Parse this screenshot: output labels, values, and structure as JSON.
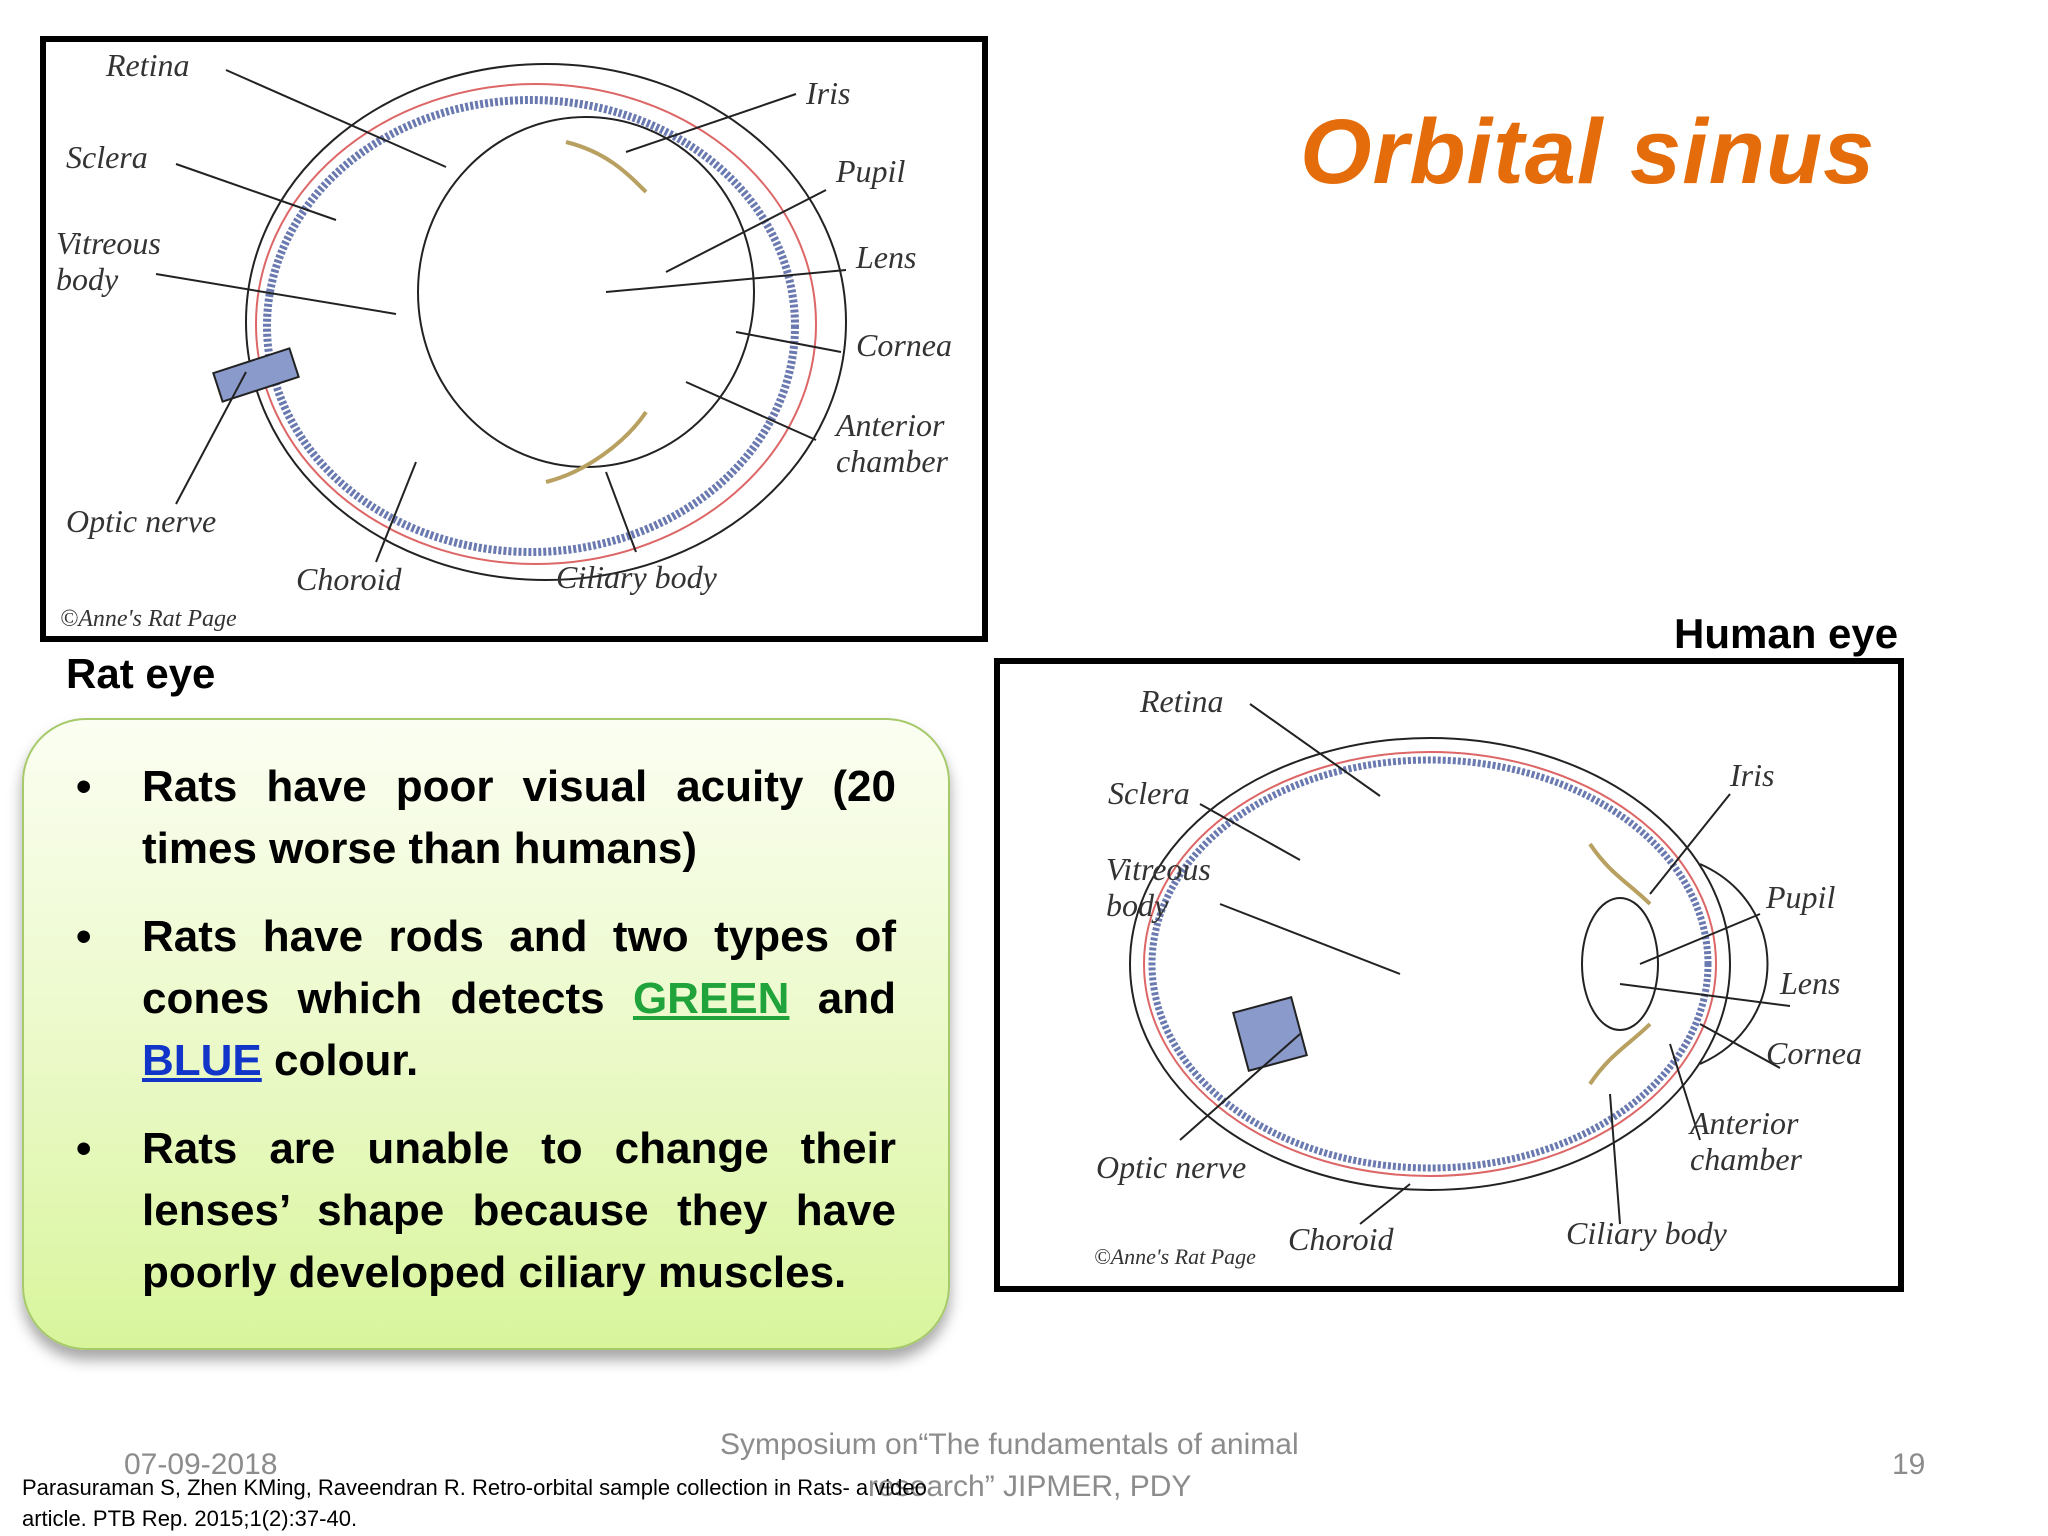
{
  "slide": {
    "title": "Orbital sinus"
  },
  "rat_diagram": {
    "caption": "Rat eye",
    "credit": "©Anne's Rat Page",
    "labels": {
      "retina": "Retina",
      "sclera": "Sclera",
      "vitreous1": "Vitreous",
      "vitreous2": "body",
      "optic": "Optic nerve",
      "choroid": "Choroid",
      "ciliary": "Ciliary body",
      "iris": "Iris",
      "pupil": "Pupil",
      "lens": "Lens",
      "cornea": "Cornea",
      "anterior1": "Anterior",
      "anterior2": "chamber"
    }
  },
  "human_diagram": {
    "caption": "Human eye",
    "credit": "©Anne's Rat Page",
    "labels": {
      "retina": "Retina",
      "sclera": "Sclera",
      "vitreous1": "Vitreous",
      "vitreous2": "body",
      "optic": "Optic nerve",
      "choroid": "Choroid",
      "ciliary": "Ciliary body",
      "iris": "Iris",
      "pupil": "Pupil",
      "lens": "Lens",
      "cornea": "Cornea",
      "anterior1": "Anterior",
      "anterior2": "chamber"
    }
  },
  "info_box": {
    "bullet_symbol": "•",
    "bullet1": "Rats have poor visual acuity (20 times worse than humans)",
    "bullet2_part1": "Rats have rods and two types of cones which detects ",
    "bullet2_green": "GREEN",
    "bullet2_part2": " and ",
    "bullet2_blue": "BLUE",
    "bullet2_part3": " colour.",
    "bullet3": "Rats are unable to change their lenses’ shape because they have poorly developed ciliary muscles."
  },
  "footer": {
    "date": "07-09-2018",
    "symposium_line1": "Symposium on“The fundamentals of animal",
    "symposium_line2": "research” JIPMER, PDY",
    "page_number": "19",
    "reference_line1": "Parasuraman S, Zhen KMing, Raveendran R. Retro-orbital sample collection in Rats- a video",
    "reference_line2": "article. PTB Rep. 2015;1(2):37-40."
  },
  "colors": {
    "title": "#e46c0a",
    "green_word": "#1fa33a",
    "blue_word": "#1035c8",
    "box_fill": "#e8f8c2"
  }
}
